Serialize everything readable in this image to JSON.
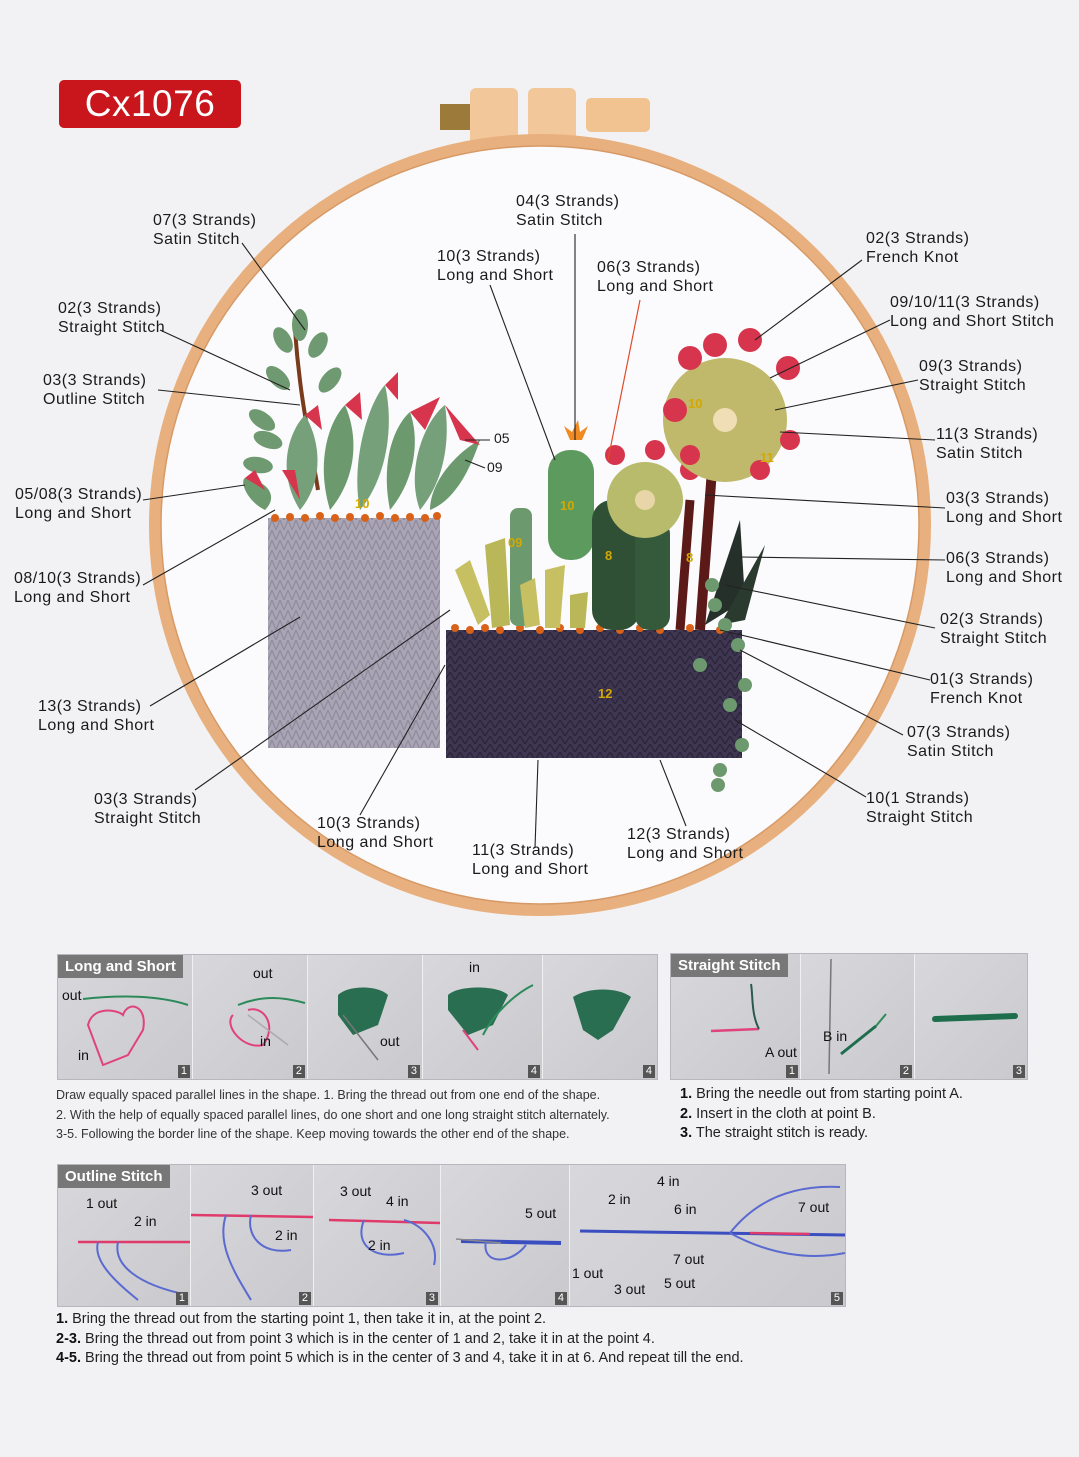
{
  "product_code": "Cx1076",
  "colors": {
    "badge": "#c8161c",
    "hoop": "#e8b07e",
    "fabric": "#fbfbfd",
    "pot_left": "#a8a3b3",
    "pot_right": "#3e3650",
    "leaf_green": "#6e9a6e",
    "tip_red": "#d7354e",
    "gold": "#d4a800"
  },
  "labels": {
    "l07_satin": {
      "num": "07(3  Strands)",
      "stitch": "Satin Stitch"
    },
    "l02_straight_l": {
      "num": "02(3  Strands)",
      "stitch": "Straight Stitch"
    },
    "l03_outline": {
      "num": "03(3  Strands)",
      "stitch": "Outline Stitch"
    },
    "l0508": {
      "num": "05/08(3 Strands)",
      "stitch": "Long and Short"
    },
    "l0810": {
      "num": "08/10(3 Strands)",
      "stitch": "Long and Short"
    },
    "l13": {
      "num": "13(3  Strands)",
      "stitch": "Long and Short"
    },
    "l03_straight": {
      "num": "03(3  Strands)",
      "stitch": "Straight Stitch"
    },
    "l10_bottom": {
      "num": "10(3  Strands)",
      "stitch": "Long and Short"
    },
    "l11_bottom": {
      "num": "11(3  Strands)",
      "stitch": "Long and Short"
    },
    "l12_bottom": {
      "num": "12(3  Strands)",
      "stitch": "Long and Short"
    },
    "l04_top": {
      "num": "04(3  Strands)",
      "stitch": "Satin Stitch"
    },
    "l10_top": {
      "num": "10(3  Strands)",
      "stitch": "Long and Short"
    },
    "l06_top": {
      "num": "06(3  Strands)",
      "stitch": "Long and Short"
    },
    "r02_french": {
      "num": "02(3  Strands)",
      "stitch": "French Knot"
    },
    "r091011": {
      "num": "09/10/11(3 Strands)",
      "stitch": "Long and Short Stitch"
    },
    "r09_straight": {
      "num": "09(3  Strands)",
      "stitch": "Straight Stitch"
    },
    "r11_satin": {
      "num": "11(3  Strands)",
      "stitch": "Satin Stitch"
    },
    "r03_long": {
      "num": "03(3  Strands)",
      "stitch": "Long and Short"
    },
    "r06_long": {
      "num": "06(3  Strands)",
      "stitch": "Long and Short"
    },
    "r02_straight": {
      "num": "02(3  Strands)",
      "stitch": "Straight Stitch"
    },
    "r01_french": {
      "num": "01(3  Strands)",
      "stitch": "French Knot"
    },
    "r07_satin": {
      "num": "07(3  Strands)",
      "stitch": "Satin Stitch"
    },
    "r10_straight": {
      "num": "10(1  Strands)",
      "stitch": "Straight Stitch"
    },
    "n05": "05",
    "n09": "09"
  },
  "pattern_codes": {
    "c10a": "10",
    "c09": "09",
    "c10b": "10",
    "c8a": "8",
    "c8b": "8",
    "c12": "12",
    "c10c": "10",
    "c11": "11"
  },
  "long_short": {
    "title": "Long and Short",
    "cells": [
      {
        "num": "1",
        "labels": [
          "out",
          "in"
        ]
      },
      {
        "num": "2",
        "labels": [
          "out",
          "in"
        ]
      },
      {
        "num": "3",
        "labels": [
          "out"
        ]
      },
      {
        "num": "4",
        "labels": [
          "in"
        ]
      },
      {
        "num": "4",
        "labels": []
      }
    ],
    "instructions": [
      "Draw equally spaced parallel lines in the shape.   1. Bring the thread out from one end of the shape.",
      "2. With the help of equally spaced parallel lines, do one short and one long straight stitch alternately.",
      "3-5. Following the border line of the shape. Keep moving towards the other end of the shape."
    ]
  },
  "straight": {
    "title": "Straight Stitch",
    "cells": [
      {
        "num": "1",
        "labels": [
          "A out"
        ]
      },
      {
        "num": "2",
        "labels": [
          "B in"
        ]
      },
      {
        "num": "3",
        "labels": []
      }
    ],
    "steps": [
      {
        "n": "1.",
        "t": "Bring the needle out from starting point A."
      },
      {
        "n": "2.",
        "t": "Insert in the cloth at point B."
      },
      {
        "n": "3.",
        "t": "The straight stitch is ready."
      }
    ]
  },
  "outline": {
    "title": "Outline Stitch",
    "cells": [
      {
        "num": "1",
        "labels": [
          "1 out",
          "2 in"
        ]
      },
      {
        "num": "2",
        "labels": [
          "3 out",
          "2 in"
        ]
      },
      {
        "num": "3",
        "labels": [
          "3 out",
          "4 in",
          "2 in"
        ]
      },
      {
        "num": "4",
        "labels": [
          "5 out"
        ]
      },
      {
        "num": "5",
        "labels": [
          "4 in",
          "2 in",
          "6 in",
          "7 out",
          "1 out",
          "3 out",
          "5 out",
          "7 out"
        ]
      }
    ],
    "steps": [
      {
        "n": "1.",
        "t": " Bring the thread out from the starting point 1, then take it in, at the point 2."
      },
      {
        "n": "2-3.",
        "t": " Bring the thread out from point 3 which is in the center of 1 and 2, take it in at the point 4."
      },
      {
        "n": "4-5.",
        "t": " Bring the thread out from point 5 which is in the center of 3 and 4, take it in at 6. And repeat till the end."
      }
    ]
  }
}
